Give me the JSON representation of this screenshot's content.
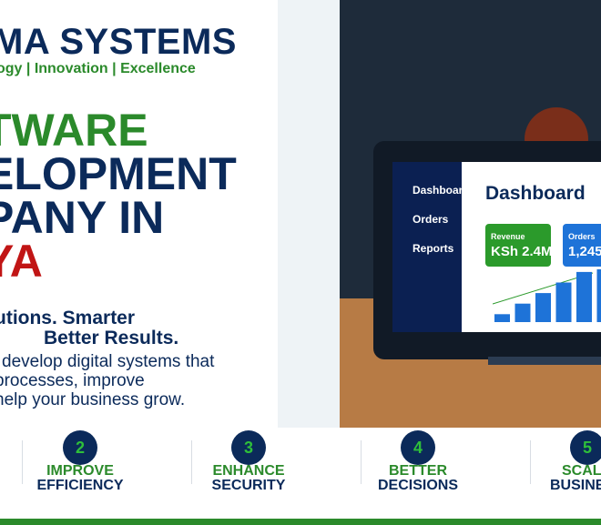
{
  "brand": {
    "name": "MA SYSTEMS",
    "tagline": "ogy | Innovation | Excellence"
  },
  "hero": {
    "line1": "TWARE",
    "line2": "ELOPMENT",
    "line3": "PANY IN",
    "line4": "YA"
  },
  "subheading": {
    "line1": "utions. Smarter",
    "line2": "Better Results."
  },
  "description": {
    "line1": "develop digital systems that",
    "line2": "processes, improve",
    "line3": "help your business grow."
  },
  "dashboard": {
    "sidebar": [
      "Dashboard",
      "Orders",
      "Reports"
    ],
    "title": "Dashboard",
    "cards": [
      {
        "label": "Revenue",
        "value": "KSh 2.4M",
        "color": "#2b9a2b"
      },
      {
        "label": "Orders",
        "value": "1,245",
        "color": "#1e73d8"
      }
    ],
    "bar_levels": [
      0.15,
      0.35,
      0.55,
      0.75,
      0.95,
      1.0
    ]
  },
  "steps": [
    {
      "number": "2",
      "title": "IMPROVE",
      "subtitle": "EFFICIENCY"
    },
    {
      "number": "3",
      "title": "ENHANCE",
      "subtitle": "SECURITY"
    },
    {
      "number": "4",
      "title": "BETTER",
      "subtitle": "DECISIONS"
    },
    {
      "number": "5",
      "title": "SCAL",
      "subtitle": "BUSINE"
    }
  ],
  "colors": {
    "navy": "#0b2a5a",
    "green": "#2b8a2b",
    "red": "#c11515"
  }
}
